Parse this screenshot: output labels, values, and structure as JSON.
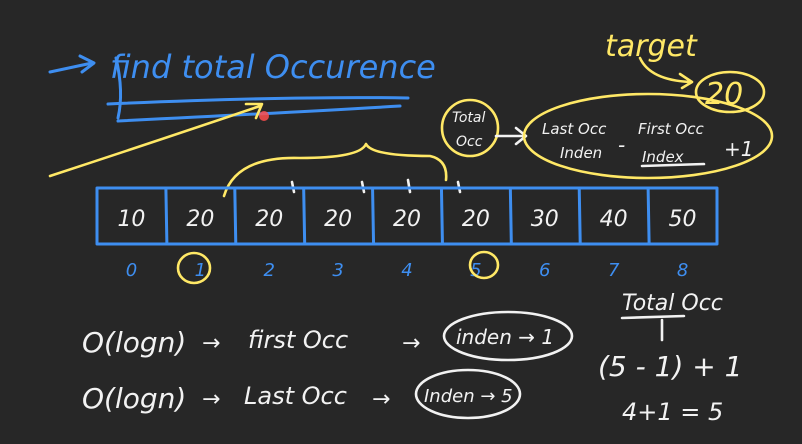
{
  "heading": {
    "text": "find total Occurence"
  },
  "target": {
    "label": "target",
    "value": "20"
  },
  "formula": {
    "total_label_line1": "Total",
    "total_label_line2": "Occ",
    "last_line1": "Last Occ",
    "last_line2": "Inden",
    "minus": "-",
    "first_line1": "First Occ",
    "first_line2": "Index",
    "plus_one": "+1"
  },
  "array": {
    "cells": [
      "10",
      "20",
      "20",
      "20",
      "20",
      "20",
      "30",
      "40",
      "50"
    ],
    "indices": [
      "0",
      "1",
      "2",
      "3",
      "4",
      "5",
      "6",
      "7",
      "8"
    ]
  },
  "lines": {
    "line1_complexity": "O(logn)",
    "line1_arrow": "→",
    "line1_text": "first Occ",
    "line1_result": "inden → 1",
    "line2_complexity": "O(logn)",
    "line2_arrow": "→",
    "line2_text": "Last Occ",
    "line2_result": "Inden → 5"
  },
  "calc": {
    "title": "Total Occ",
    "expr": "(5 - 1) + 1",
    "result": "4+1 = 5"
  },
  "colors": {
    "background": "#272727",
    "blue": "#3e8ef0",
    "yellow": "#ffe866",
    "white": "#f2f2f2"
  }
}
